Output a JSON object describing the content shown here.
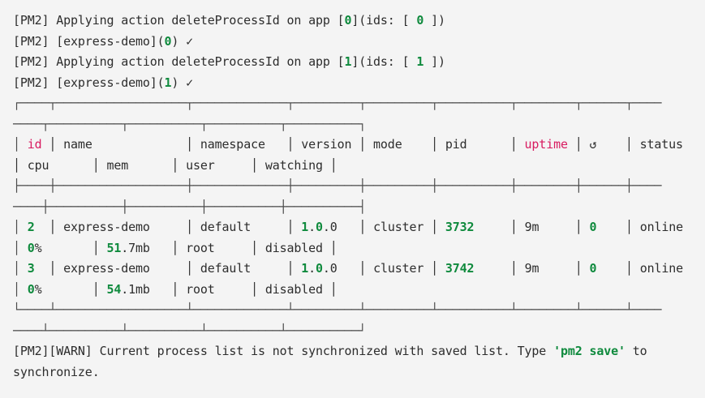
{
  "colors": {
    "background": "#f4f4f4",
    "default": "#2d2d2d",
    "green": "#0f8a3d",
    "red": "#d81b60",
    "border": "#4a4a4a"
  },
  "process_table": {
    "columns": [
      "id",
      "name",
      "namespace",
      "version",
      "mode",
      "pid",
      "uptime",
      "↺",
      "status",
      "cpu",
      "mem",
      "user",
      "watching"
    ],
    "rows": [
      [
        "2",
        "express-demo",
        "default",
        "1.0.0",
        "cluster",
        "3732",
        "9m",
        "0",
        "online",
        "0%",
        "51.7mb",
        "root",
        "disabled"
      ],
      [
        "3",
        "express-demo",
        "default",
        "1.0.0",
        "cluster",
        "3742",
        "9m",
        "0",
        "online",
        "0%",
        "54.1mb",
        "root",
        "disabled"
      ]
    ]
  },
  "warning_text": "[PM2][WARN] Current process list is not synchronized with saved list. Type 'pm2 save' to synchronize.",
  "terminal": {
    "lines": [
      {
        "name": "pm2-log-line",
        "segments": [
          {
            "t": "[PM2] Applying action deleteProcessId on app [",
            "c": "d"
          },
          {
            "t": "0",
            "c": "g",
            "n": "app-index"
          },
          {
            "t": "](ids: [ ",
            "c": "d"
          },
          {
            "t": "0",
            "c": "g",
            "n": "process-id"
          },
          {
            "t": " ])",
            "c": "d"
          }
        ]
      },
      {
        "name": "pm2-log-line",
        "segments": [
          {
            "t": "[PM2] [express-demo](",
            "c": "d"
          },
          {
            "t": "0",
            "c": "g",
            "n": "process-id"
          },
          {
            "t": ") ✓",
            "c": "d"
          }
        ]
      },
      {
        "name": "pm2-log-line",
        "segments": [
          {
            "t": "[PM2] Applying action deleteProcessId on app [",
            "c": "d"
          },
          {
            "t": "1",
            "c": "g",
            "n": "app-index"
          },
          {
            "t": "](ids: [ ",
            "c": "d"
          },
          {
            "t": "1",
            "c": "g",
            "n": "process-id"
          },
          {
            "t": " ])",
            "c": "d"
          }
        ]
      },
      {
        "name": "pm2-log-line",
        "segments": [
          {
            "t": "[PM2] [express-demo](",
            "c": "d"
          },
          {
            "t": "1",
            "c": "g",
            "n": "process-id"
          },
          {
            "t": ") ✓",
            "c": "d"
          }
        ]
      },
      {
        "name": "table-border-top",
        "segments": [
          {
            "t": "┌────┬──────────────────┬─────────────┬─────────┬─────────┬──────────┬────────┬──────┬────",
            "c": "b"
          }
        ]
      },
      {
        "name": "table-border-top-wrap",
        "segments": [
          {
            "t": "────┬──────────┬──────────┬──────────┬──────────┐",
            "c": "b"
          }
        ]
      },
      {
        "name": "table-header-row",
        "segments": [
          {
            "t": "│ ",
            "c": "b"
          },
          {
            "t": "id",
            "c": "r",
            "n": "column-header-id"
          },
          {
            "t": " │ name             │ namespace   │ version │ mode    │ pid      │ ",
            "c": "d"
          },
          {
            "t": "uptime",
            "c": "r",
            "n": "column-header-uptime"
          },
          {
            "t": " │ ↺    │ status",
            "c": "d"
          }
        ]
      },
      {
        "name": "table-header-row-wrap",
        "segments": [
          {
            "t": "│ cpu      │ mem      │ user     │ watching │",
            "c": "d"
          }
        ]
      },
      {
        "name": "table-separator",
        "segments": [
          {
            "t": "├────┼──────────────────┼─────────────┼─────────┼─────────┼──────────┼────────┼──────┼────",
            "c": "b"
          }
        ]
      },
      {
        "name": "table-separator-wrap",
        "segments": [
          {
            "t": "────┼──────────┼──────────┼──────────┼──────────┤",
            "c": "b"
          }
        ]
      },
      {
        "name": "table-row-1",
        "segments": [
          {
            "t": "│ ",
            "c": "b"
          },
          {
            "t": "2",
            "c": "g",
            "n": "cell-id"
          },
          {
            "t": "  │ express-demo     │ default     │ ",
            "c": "d"
          },
          {
            "t": "1",
            "c": "g",
            "n": "cell-version"
          },
          {
            "t": ".",
            "c": "d"
          },
          {
            "t": "0",
            "c": "g",
            "n": "cell-version"
          },
          {
            "t": ".0",
            "c": "d"
          },
          {
            "t": "   │ cluster │ ",
            "c": "d"
          },
          {
            "t": "3732",
            "c": "g",
            "n": "cell-pid"
          },
          {
            "t": "     │ 9m     │ ",
            "c": "d"
          },
          {
            "t": "0",
            "c": "g",
            "n": "cell-restarts"
          },
          {
            "t": "    │ online",
            "c": "d"
          }
        ]
      },
      {
        "name": "table-row-1-wrap",
        "segments": [
          {
            "t": "│ ",
            "c": "b"
          },
          {
            "t": "0",
            "c": "g",
            "n": "cell-cpu"
          },
          {
            "t": "%       │ ",
            "c": "d"
          },
          {
            "t": "51",
            "c": "g",
            "n": "cell-mem"
          },
          {
            "t": ".7mb   │ root     │ disabled │",
            "c": "d"
          }
        ]
      },
      {
        "name": "table-row-2",
        "segments": [
          {
            "t": "│ ",
            "c": "b"
          },
          {
            "t": "3",
            "c": "g",
            "n": "cell-id"
          },
          {
            "t": "  │ express-demo     │ default     │ ",
            "c": "d"
          },
          {
            "t": "1",
            "c": "g",
            "n": "cell-version"
          },
          {
            "t": ".",
            "c": "d"
          },
          {
            "t": "0",
            "c": "g",
            "n": "cell-version"
          },
          {
            "t": ".0",
            "c": "d"
          },
          {
            "t": "   │ cluster │ ",
            "c": "d"
          },
          {
            "t": "3742",
            "c": "g",
            "n": "cell-pid"
          },
          {
            "t": "     │ 9m     │ ",
            "c": "d"
          },
          {
            "t": "0",
            "c": "g",
            "n": "cell-restarts"
          },
          {
            "t": "    │ online",
            "c": "d"
          }
        ]
      },
      {
        "name": "table-row-2-wrap",
        "segments": [
          {
            "t": "│ ",
            "c": "b"
          },
          {
            "t": "0",
            "c": "g",
            "n": "cell-cpu"
          },
          {
            "t": "%       │ ",
            "c": "d"
          },
          {
            "t": "54",
            "c": "g",
            "n": "cell-mem"
          },
          {
            "t": ".1mb   │ root     │ disabled │",
            "c": "d"
          }
        ]
      },
      {
        "name": "table-border-bottom",
        "segments": [
          {
            "t": "└────┴──────────────────┴─────────────┴─────────┴─────────┴──────────┴────────┴──────┴────",
            "c": "b"
          }
        ]
      },
      {
        "name": "table-border-bottom-wrap",
        "segments": [
          {
            "t": "────┴──────────┴──────────┴──────────┴──────────┘",
            "c": "b"
          }
        ]
      },
      {
        "name": "pm2-warning-line",
        "segments": [
          {
            "t": "[PM2][WARN] Current process list is not synchronized with saved list. Type ",
            "c": "d"
          },
          {
            "t": "'pm2 save'",
            "c": "g",
            "n": "pm2-save-command"
          },
          {
            "t": " to",
            "c": "d"
          }
        ]
      },
      {
        "name": "pm2-warning-line-wrap",
        "segments": [
          {
            "t": "synchronize.",
            "c": "d"
          }
        ]
      }
    ]
  }
}
